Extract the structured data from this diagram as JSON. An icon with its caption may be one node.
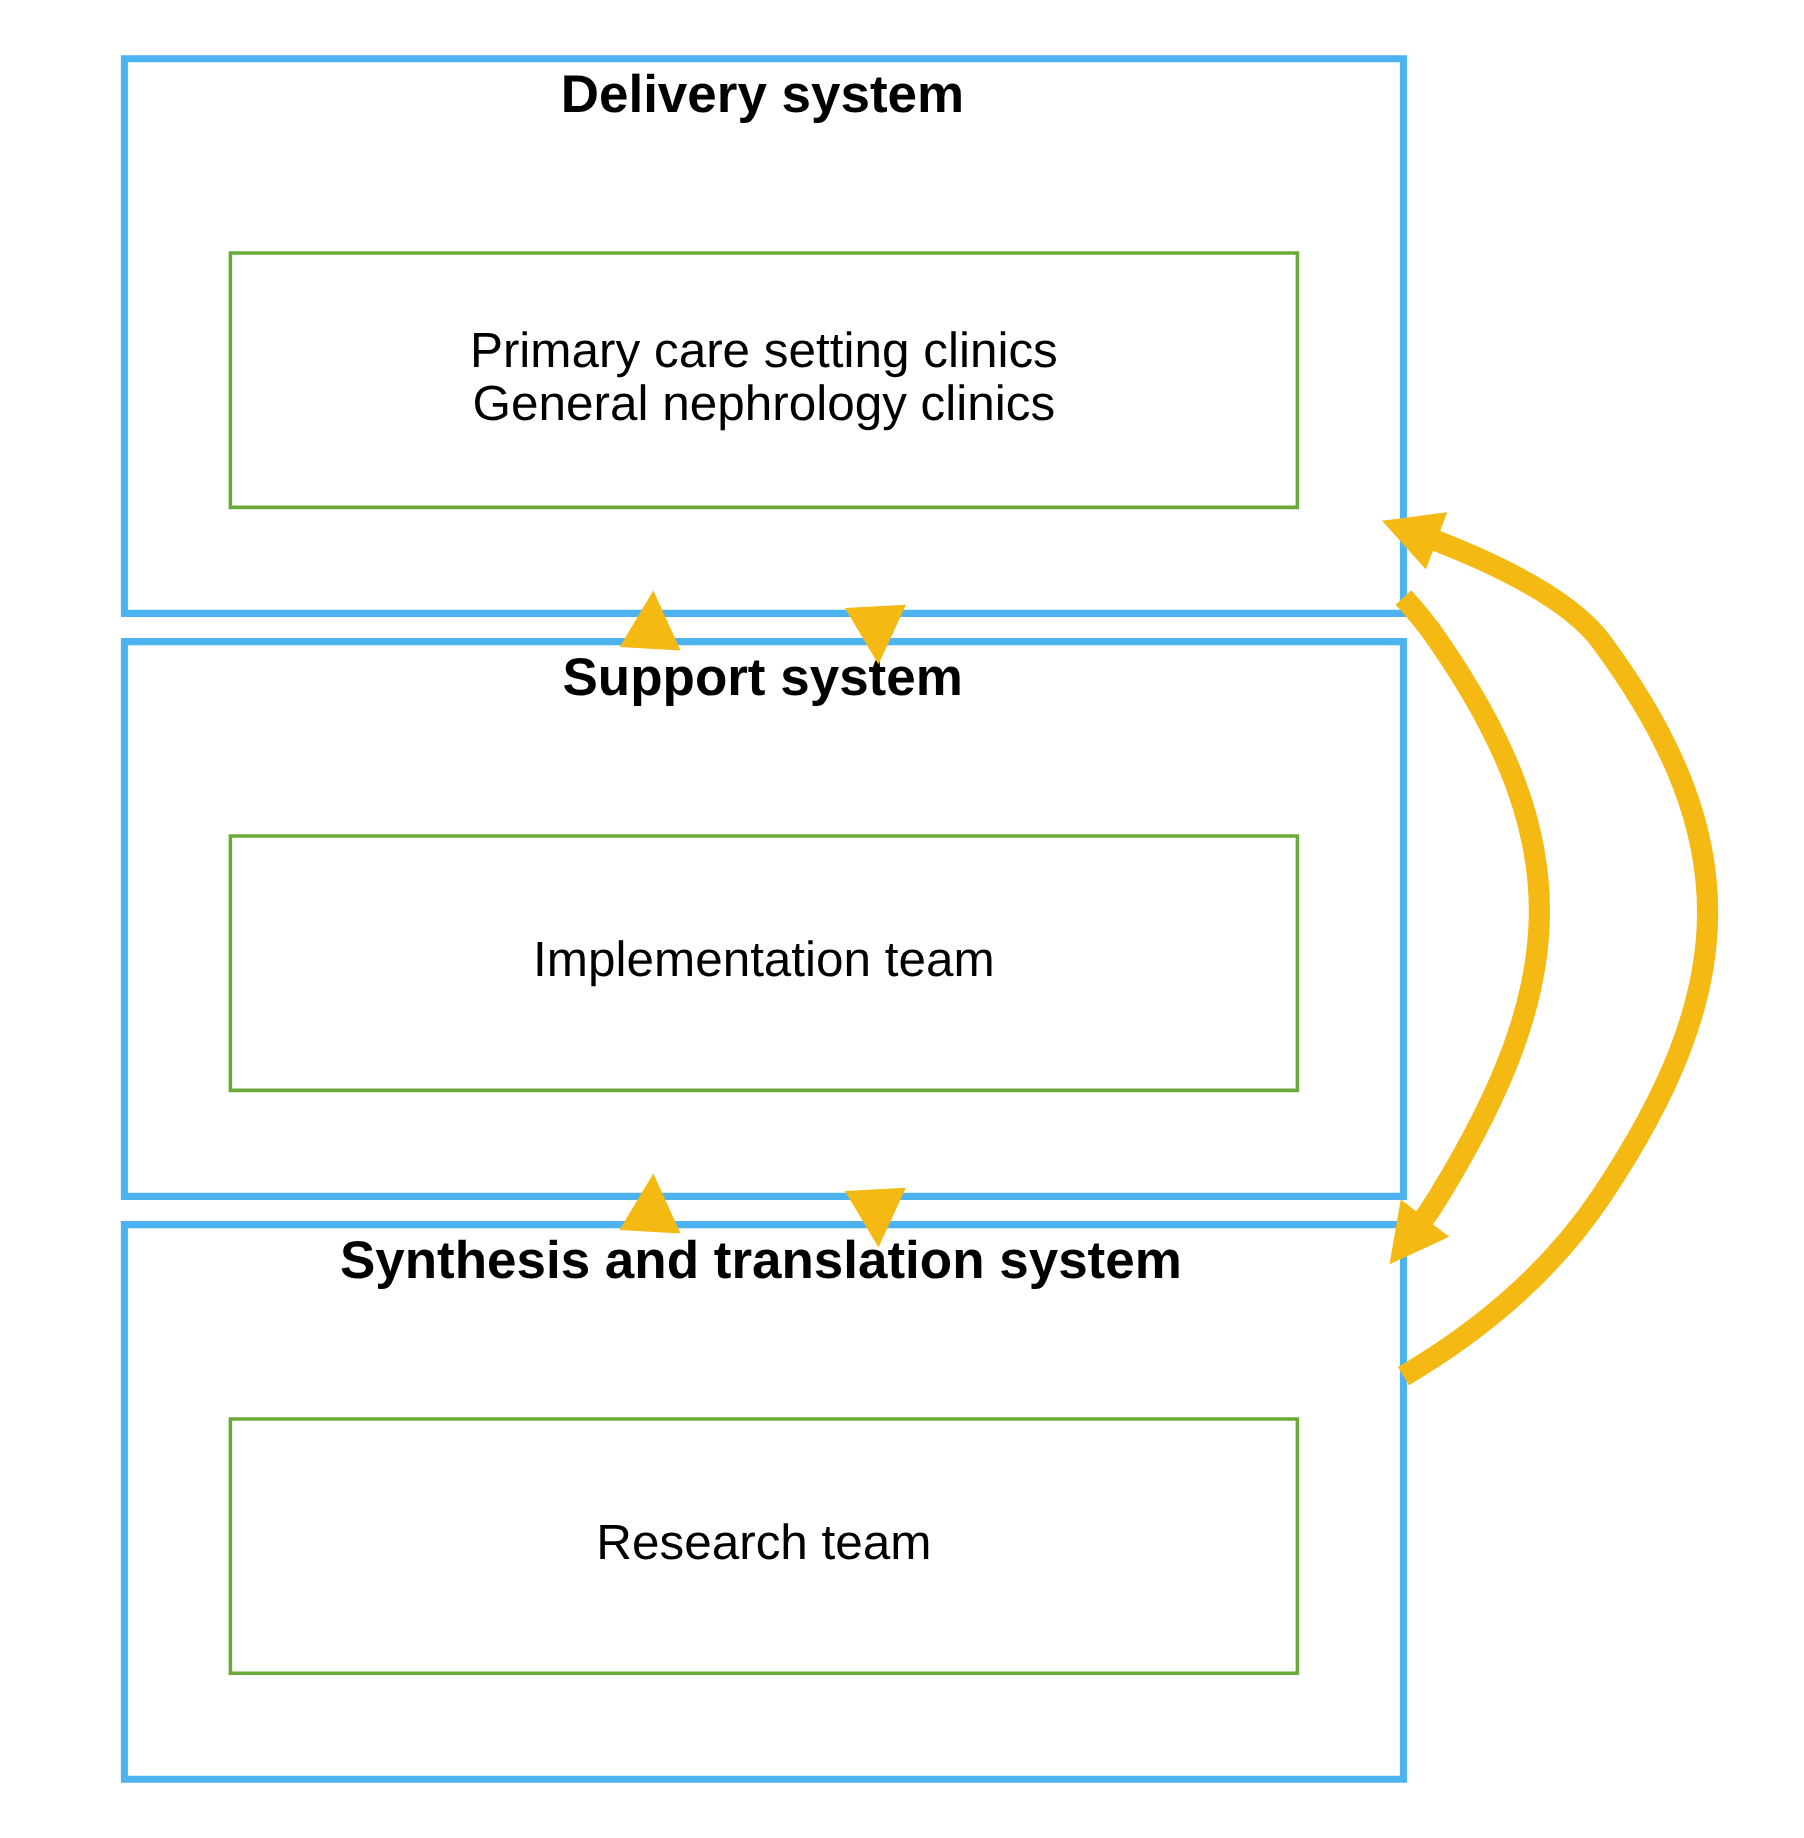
{
  "diagram": {
    "nodes": [
      {
        "text": [
          "Delivery system"
        ]
      },
      {
        "text": [
          "Primary care setting clinics",
          "General nephrology clinics"
        ],
        "in": 0
      },
      {
        "text": [
          "Support system"
        ]
      },
      {
        "text": [
          "Implementation team"
        ],
        "in": 2
      },
      {
        "text": [
          "Synthesis and translation system"
        ]
      },
      {
        "text": [
          "Research team"
        ],
        "in": 4
      }
    ],
    "edges": [
      {
        "from": 0,
        "to": 4,
        "arrow": "to"
      },
      {
        "from": 0,
        "to": 2,
        "arrow": "to"
      },
      {
        "from": 2,
        "to": 4,
        "arrow": "to"
      },
      {
        "from": 2,
        "to": 0,
        "arrow": "to"
      },
      {
        "from": 4,
        "to": 0,
        "arrow": "to"
      },
      {
        "from": 4,
        "to": 2,
        "arrow": "to"
      }
    ]
  }
}
